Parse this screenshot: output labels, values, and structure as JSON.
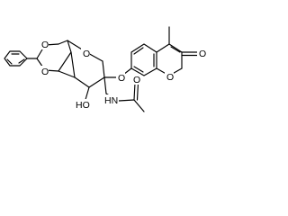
{
  "molecule": {
    "atom_labels": {
      "ring_oxygen_1": "O",
      "ring_oxygen_2": "O",
      "pyranose_oxygen": "O",
      "glycosidic_oxygen": "O",
      "coumarin_ring_oxygen": "O",
      "carbonyl_oxygen": "O",
      "hydroxyl": "HO",
      "amide_nitrogen": "HN",
      "acetyl_oxygen": "O"
    },
    "colors": {
      "bonds": "#000000",
      "labels": "#000000",
      "background": "#ffffff"
    }
  }
}
